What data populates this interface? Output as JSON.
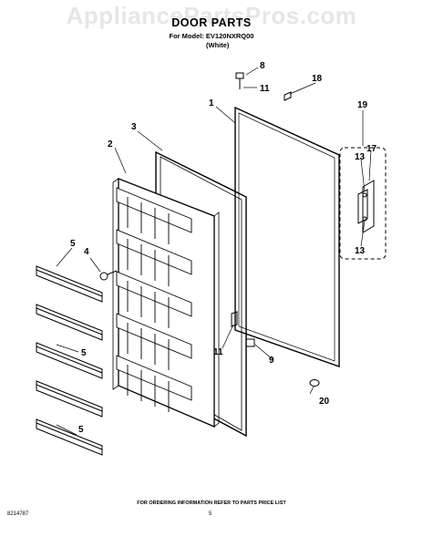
{
  "watermark": "AppliancePartsPros.com",
  "title": "DOOR PARTS",
  "for_model": "For Model: EV120NXRQ00",
  "color": "(White)",
  "footer": {
    "ordering_note": "FOR ORDERING INFORMATION REFER TO PARTS PRICE LIST",
    "doc_number": "8214787",
    "page": "5"
  },
  "callouts": {
    "c1": "1",
    "c2": "2",
    "c3": "3",
    "c4": "4",
    "c5a": "5",
    "c5b": "5",
    "c5c": "5",
    "c8": "8",
    "c9": "9",
    "c11a": "11",
    "c11b": "11",
    "c13a": "13",
    "c13b": "13",
    "c17": "17",
    "c18": "18",
    "c19": "19",
    "c20": "20"
  }
}
